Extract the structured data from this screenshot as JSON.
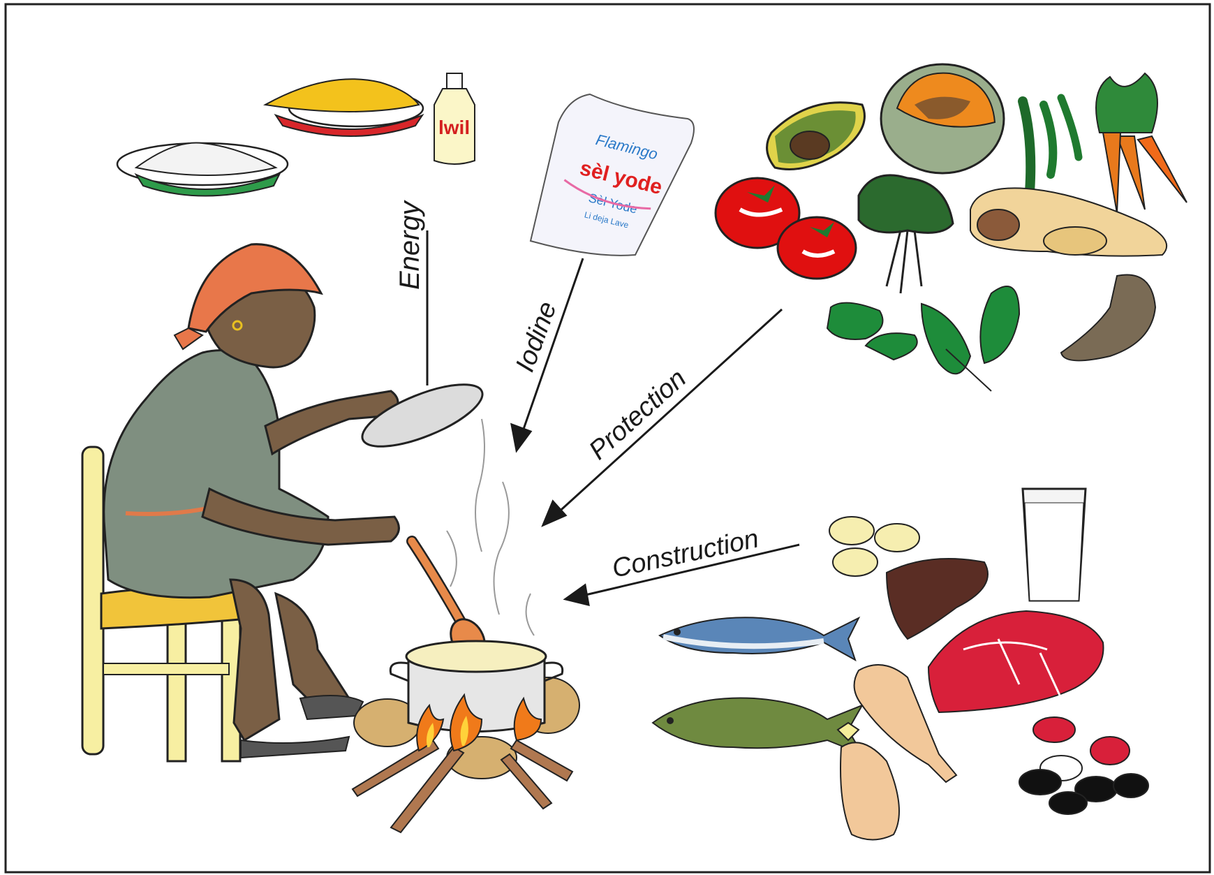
{
  "labels": {
    "energy": "Energy",
    "iodine": "Iodine",
    "protection": "Protection",
    "construction": "Construction"
  },
  "packaging": {
    "oil_bottle": "lwil",
    "salt_bag_brand": "Flamingo",
    "salt_bag_title": "sèl yode",
    "salt_bag_subtitle": "Sèl Yode",
    "salt_bag_small": "Li deja Lave"
  },
  "colors": {
    "arrow": "#1a1a1a",
    "headscarf": "#e8774a",
    "dress": "#7f8f80",
    "skin": "#7a5f45",
    "chair": "#f7efa2",
    "flame": "#f07a1a",
    "tomato": "#e01010",
    "leaf_green": "#1e8c3a",
    "meat": "#d8203a"
  }
}
